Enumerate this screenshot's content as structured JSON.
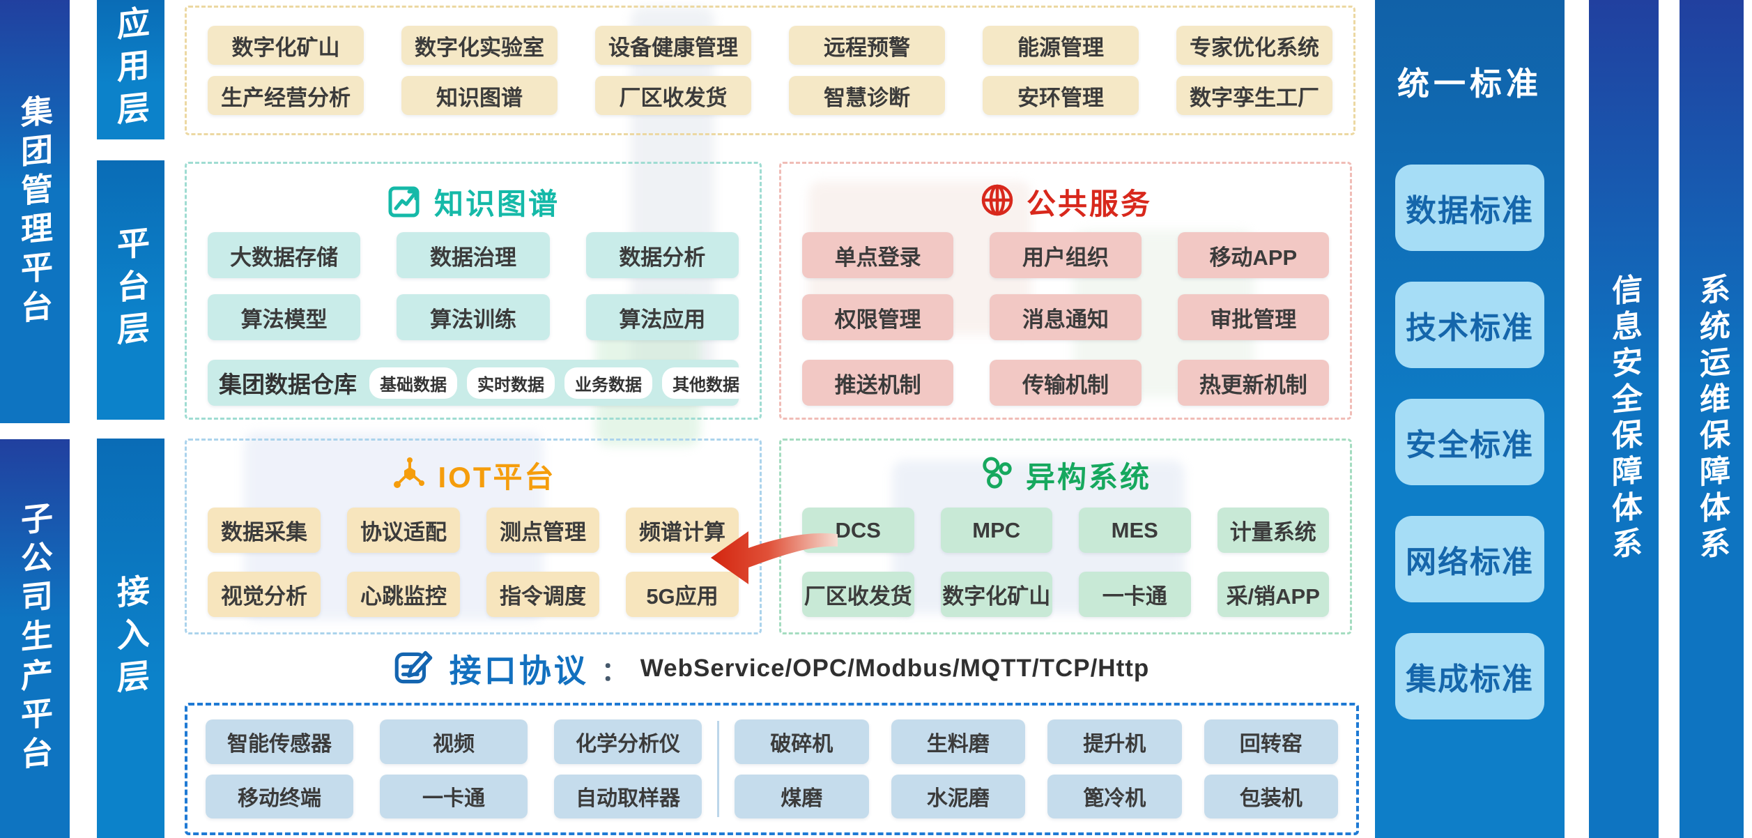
{
  "left_bars": {
    "group": "集团管理平台",
    "subsidiary": "子公司生产平台"
  },
  "layers": {
    "app": "应用层",
    "platform": "平台层",
    "access": "接入层"
  },
  "app": {
    "rows": [
      [
        "数字化矿山",
        "数字化实验室",
        "设备健康管理",
        "远程预警",
        "能源管理",
        "专家优化系统"
      ],
      [
        "生产经营分析",
        "知识图谱",
        "厂区收发货",
        "智慧诊断",
        "安环管理",
        "数字孪生工厂"
      ]
    ]
  },
  "kg": {
    "title": "知识图谱",
    "icon": "trend-chart-icon",
    "rows": [
      [
        "大数据存储",
        "数据治理",
        "数据分析"
      ],
      [
        "算法模型",
        "算法训练",
        "算法应用"
      ]
    ],
    "warehouse": {
      "label": "集团数据仓库",
      "tags": [
        "基础数据",
        "实时数据",
        "业务数据",
        "其他数据"
      ]
    }
  },
  "ps": {
    "title": "公共服务",
    "icon": "globe-icon",
    "rows": [
      [
        "单点登录",
        "用户组织",
        "移动APP"
      ],
      [
        "权限管理",
        "消息通知",
        "审批管理"
      ],
      [
        "推送机制",
        "传输机制",
        "热更新机制"
      ]
    ]
  },
  "iot": {
    "title": "IOT平台",
    "icon": "iot-node-icon",
    "rows": [
      [
        "数据采集",
        "协议适配",
        "测点管理",
        "频谱计算"
      ],
      [
        "视觉分析",
        "心跳监控",
        "指令调度",
        "5G应用"
      ]
    ]
  },
  "hs": {
    "title": "异构系统",
    "icon": "bubbles-icon",
    "rows": [
      [
        "DCS",
        "MPC",
        "MES",
        "计量系统"
      ],
      [
        "厂区收发货",
        "数字化矿山",
        "一卡通",
        "采/销APP"
      ]
    ]
  },
  "protocol": {
    "icon": "contract-pen-icon",
    "title": "接口协议",
    "colon": "：",
    "value": "WebService/OPC/Modbus/MQTT/TCP/Http"
  },
  "devices": {
    "left_rows": [
      [
        "智能传感器",
        "视频",
        "化学分析仪"
      ],
      [
        "移动终端",
        "一卡通",
        "自动取样器"
      ]
    ],
    "right_rows": [
      [
        "破碎机",
        "生料磨",
        "提升机",
        "回转窑"
      ],
      [
        "煤磨",
        "水泥磨",
        "篦冷机",
        "包装机"
      ]
    ]
  },
  "standards": {
    "title": "统一标准",
    "items": [
      "数据标准",
      "技术标准",
      "安全标准",
      "网络标准",
      "集成标准"
    ]
  },
  "right_bars": {
    "security": "信息安全保障体系",
    "ops": "系统运维保障体系"
  },
  "colors": {
    "deep_blue": "#21409f",
    "primary_blue": "#0e74c1",
    "teal": "#15b9a8",
    "red": "#d8281c",
    "orange": "#f59d0c",
    "green": "#16a85e",
    "protocol_blue": "#1270bf",
    "arrow_red": "#d3250f",
    "standard_btn_bg": "#a6ddf6",
    "standard_btn_text": "#1566ab"
  }
}
